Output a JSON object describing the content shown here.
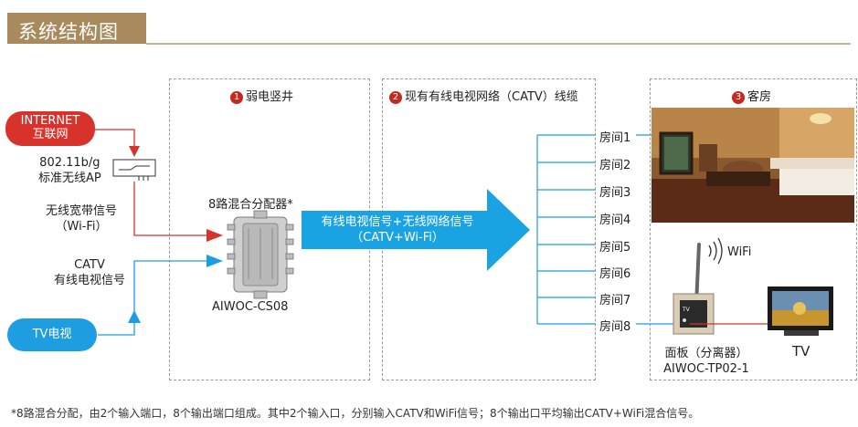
{
  "header": {
    "title": "系统结构图"
  },
  "sections": [
    {
      "num": "1",
      "label": "弱电竖井"
    },
    {
      "num": "2",
      "label": "现有有线电视网络（CATV）线缆"
    },
    {
      "num": "3",
      "label": "客房"
    }
  ],
  "internet": {
    "line1": "INTERNET",
    "line2": "互联网"
  },
  "ap": {
    "line1": "802.11b/g",
    "line2": "标准无线AP"
  },
  "wifi_signal": {
    "line1": "无线宽带信号",
    "line2": "（Wi-Fi）"
  },
  "catv_signal": {
    "line1": "CATV",
    "line2": "有线电视信号"
  },
  "tv_source": {
    "label": "TV电视"
  },
  "splitter": {
    "title": "8路混合分配器*",
    "model": "AIWOC-CS08"
  },
  "big_arrow": {
    "line1": "有线电视信号+无线网络信号",
    "line2": "（CATV+Wi-Fi）"
  },
  "rooms": [
    "房间1",
    "房间2",
    "房间3",
    "房间4",
    "房间5",
    "房间6",
    "房间7",
    "房间8"
  ],
  "room3": {
    "wifi": "WiFi",
    "panel_line1": "面板（分离器）",
    "panel_line2": "AIWOC-TP02-1",
    "tv": "TV"
  },
  "footnote": "*8路混合分配，由2个输入端口，8个输出端口组成。其中2个输入口，分别输入CATV和WiFi信号；8个输出口平均输出CATV+WiFi混合信号。",
  "colors": {
    "title_bg": "#a88a5c",
    "red": "#d7322b",
    "blue": "#1e9ee0",
    "arrow": "#1aa3e3"
  }
}
